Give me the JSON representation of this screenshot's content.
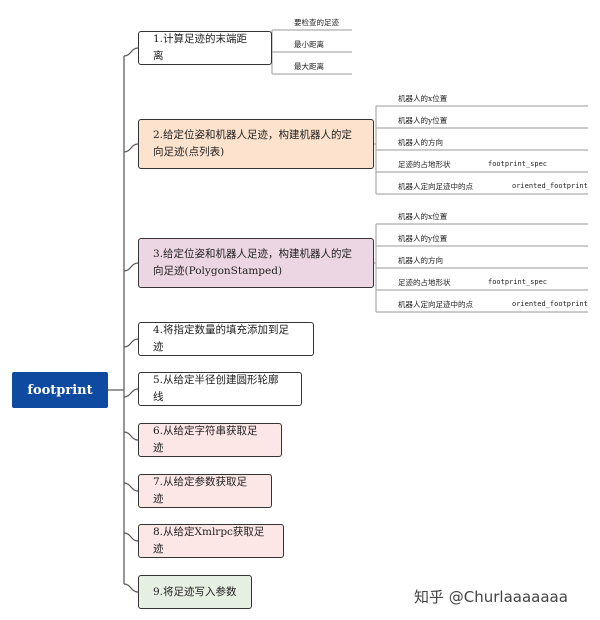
{
  "root": {
    "label": "footprint"
  },
  "branches": [
    {
      "label": "1.计算足迹的末端距离",
      "color": "#ffffff",
      "children": [
        {
          "label": "要检查的足迹"
        },
        {
          "label": "最小距离"
        },
        {
          "label": "最大距离"
        }
      ]
    },
    {
      "label": "2.给定位姿和机器人足迹，构建机器人的定向足迹(点列表)",
      "color": "#fde3cd",
      "children": [
        {
          "label": "机器人的x位置"
        },
        {
          "label": "机器人的y位置"
        },
        {
          "label": "机器人的方向"
        },
        {
          "label": "足迹的占地形状",
          "tag": "footprint_spec"
        },
        {
          "label": "机器人定向足迹中的点",
          "tag": "oriented_footprint"
        }
      ]
    },
    {
      "label": "3.给定位姿和机器人足迹，构建机器人的定向足迹(PolygonStamped)",
      "color": "#ecd6e3",
      "children": [
        {
          "label": "机器人的x位置"
        },
        {
          "label": "机器人的y位置"
        },
        {
          "label": "机器人的方向"
        },
        {
          "label": "足迹的占地形状",
          "tag": "footprint_spec"
        },
        {
          "label": "机器人定向足迹中的点",
          "tag": "oriented_footprint"
        }
      ]
    },
    {
      "label": "4.将指定数量的填充添加到足迹",
      "color": "#ffffff",
      "children": []
    },
    {
      "label": "5.从给定半径创建圆形轮廓线",
      "color": "#ffffff",
      "children": []
    },
    {
      "label": "6.从给定字符串获取足迹",
      "color": "#fde6e6",
      "children": []
    },
    {
      "label": "7.从给定参数获取足迹",
      "color": "#fde6e6",
      "children": []
    },
    {
      "label": "8.从给定Xmlrpc获取足迹",
      "color": "#fde6e6",
      "children": []
    },
    {
      "label": "9.将足迹写入参数",
      "color": "#e6f0e2",
      "children": []
    }
  ],
  "watermark": "知乎 @Churlaaaaaaa"
}
